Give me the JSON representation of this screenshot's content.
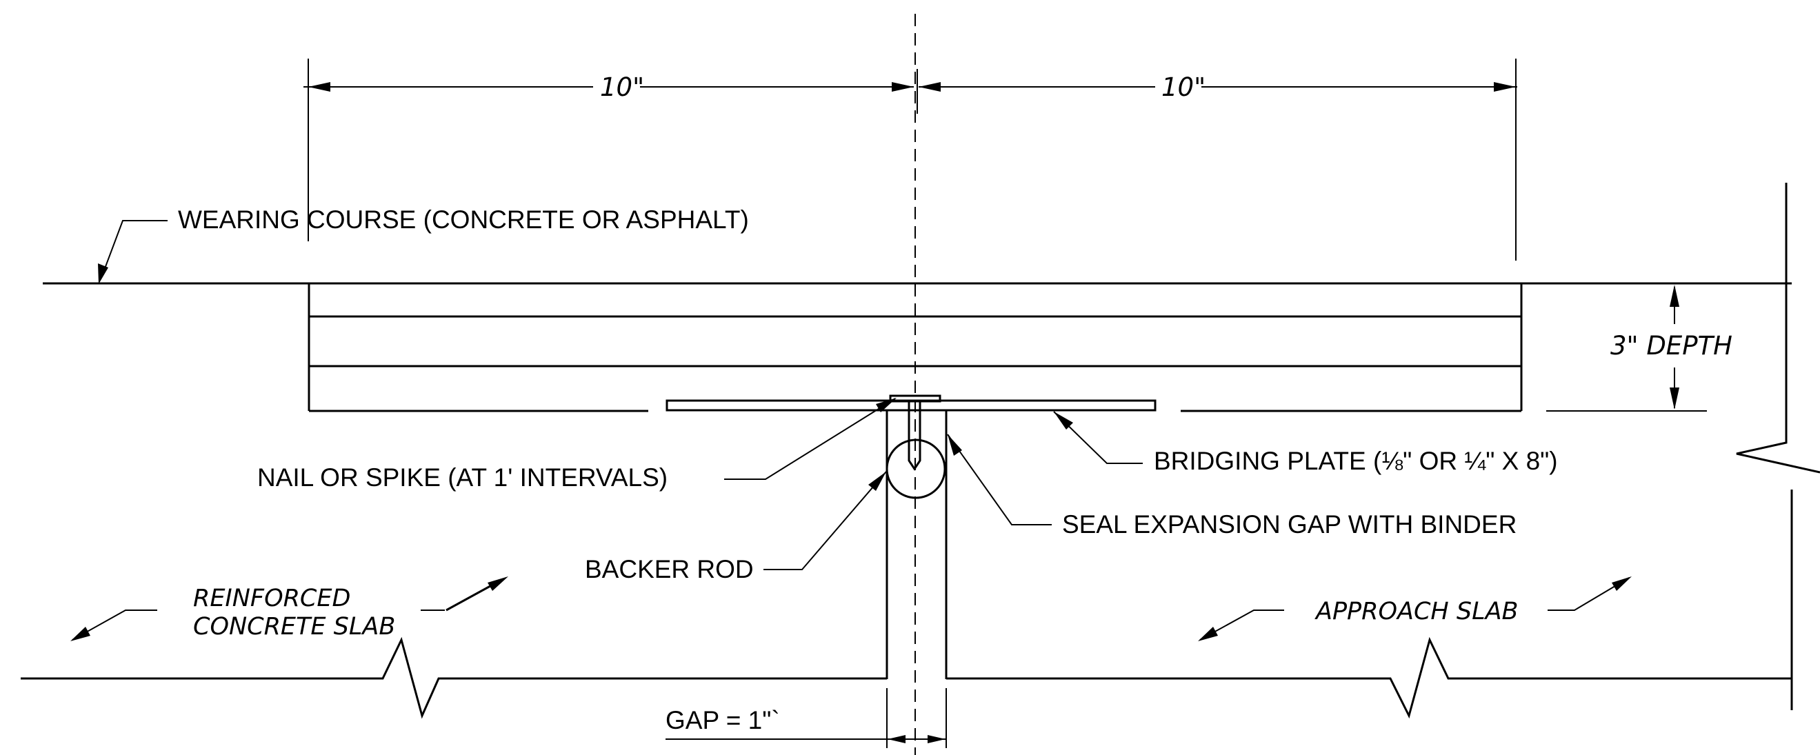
{
  "labels": {
    "dim_left": "10\"",
    "dim_right": "10\"",
    "wearing_course": "WEARING COURSE (CONCRETE OR ASPHALT)",
    "depth": "3\" DEPTH",
    "bridging_plate": "BRIDGING PLATE (⅛\" OR ¼\" X 8\")",
    "nail": "NAIL OR SPIKE (AT 1' INTERVALS)",
    "seal": "SEAL EXPANSION GAP WITH BINDER",
    "backer_rod": "BACKER ROD",
    "slab_left_line1": "REINFORCED",
    "slab_left_line2": "CONCRETE SLAB",
    "slab_right": "APPROACH SLAB",
    "gap": "GAP = 1\"`"
  }
}
